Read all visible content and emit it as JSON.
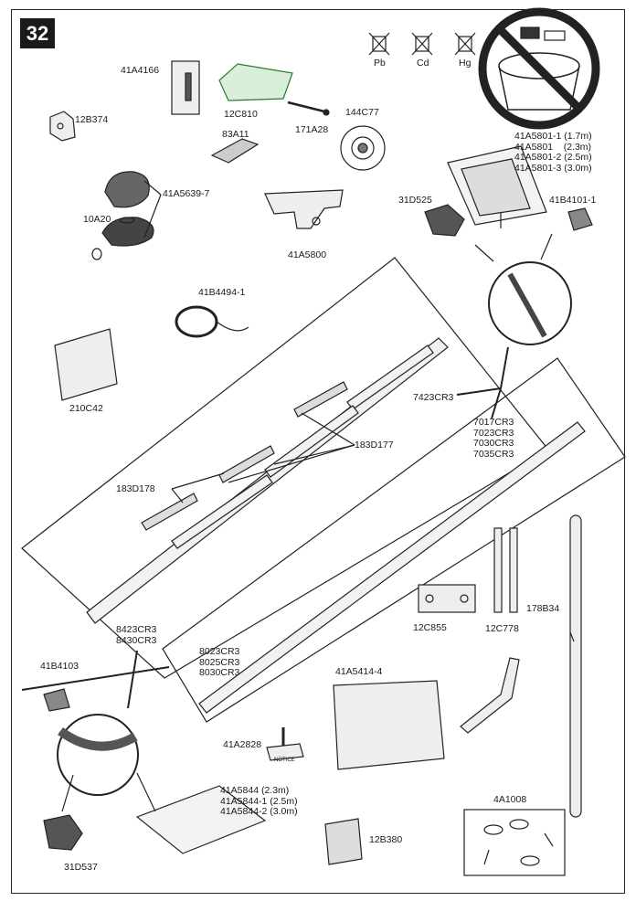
{
  "page_number": "32",
  "disposal_symbols": [
    "Pb",
    "Cd",
    "Hg"
  ],
  "parts": {
    "p41A4166": "41A4166",
    "p12C810": "12C810",
    "p171A28": "171A28",
    "p144C77": "144C77",
    "p12B374": "12B374",
    "p83A11": "83A11",
    "p41A5639_7": "41A5639-7",
    "p10A20": "10A20",
    "p41A5800": "41A5800",
    "p31D525": "31D525",
    "p41B4101_1": "41B4101-1",
    "p41B4494_1": "41B4494-1",
    "p210C42": "210C42",
    "p7423CR3": "7423CR3",
    "p183D177": "183D177",
    "p183D178": "183D178",
    "p41B4103": "41B4103",
    "p12C855": "12C855",
    "p12C778": "12C778",
    "p178B34": "178B34",
    "p41A5414_4": "41A5414-4",
    "p41A2828": "41A2828",
    "p31D537": "31D537",
    "p12B380": "12B380",
    "p4A1008": "4A1008"
  },
  "chain_lengths": [
    "41A5801-1 (1.7m)",
    "41A5801    (2.3m)",
    "41A5801-2 (2.5m)",
    "41A5801-3 (3.0m)"
  ],
  "chain_rails": [
    "7017CR3",
    "7023CR3",
    "7030CR3",
    "7035CR3"
  ],
  "belt_rails_a": [
    "8423CR3",
    "8430CR3"
  ],
  "belt_rails_b": [
    "8023CR3",
    "8025CR3",
    "8030CR3"
  ],
  "belt_lengths": [
    "41A5844 (2.3m)",
    "41A5844-1 (2.5m)",
    "41A5844-2 (3.0m)"
  ],
  "notice_tag": "NOTICE"
}
